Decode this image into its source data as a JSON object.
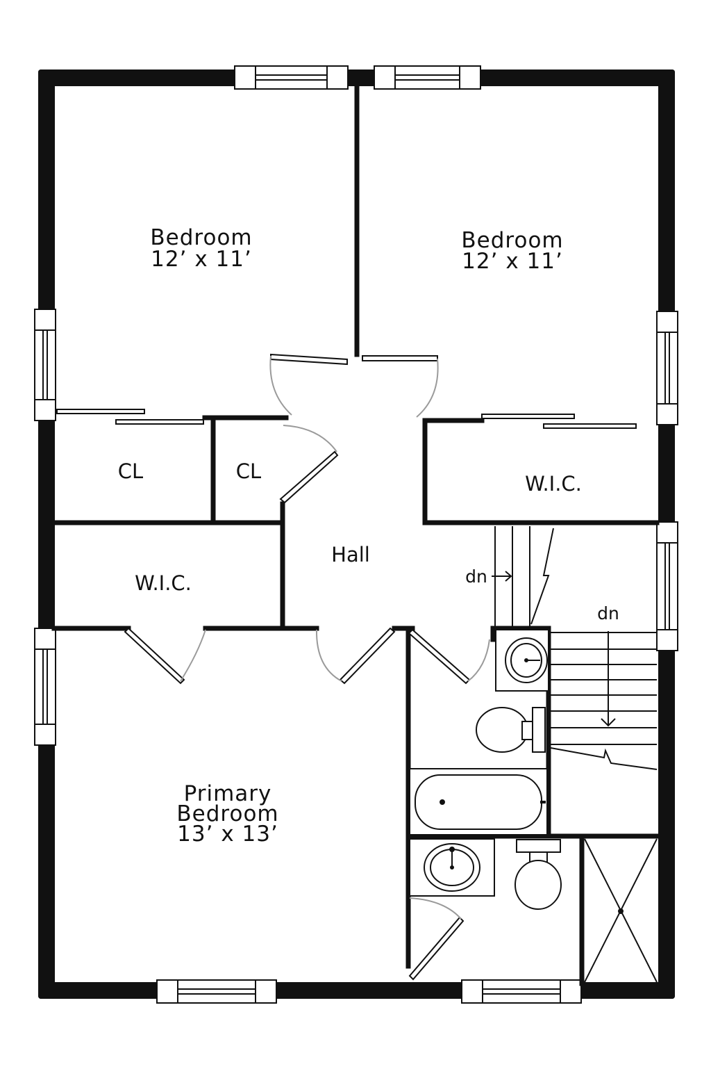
{
  "colors": {
    "wall": "#111111",
    "door_arc": "#9a9a9a",
    "background": "#ffffff"
  },
  "rooms": {
    "bedroom_left": {
      "name": "Bedroom",
      "dims": "12’ x 11’"
    },
    "bedroom_right": {
      "name": "Bedroom",
      "dims": "12’ x 11’"
    },
    "closet_left": {
      "name": "CL"
    },
    "closet_middle": {
      "name": "CL"
    },
    "wic_right": {
      "name": "W.I.C."
    },
    "wic_left": {
      "name": "W.I.C."
    },
    "hall": {
      "name": "Hall"
    },
    "primary_bedroom": {
      "line1": "Primary",
      "line2": "Bedroom",
      "dims": "13’ x 13’"
    }
  },
  "stairs": {
    "upper_label": "dn",
    "lower_label": "dn"
  }
}
